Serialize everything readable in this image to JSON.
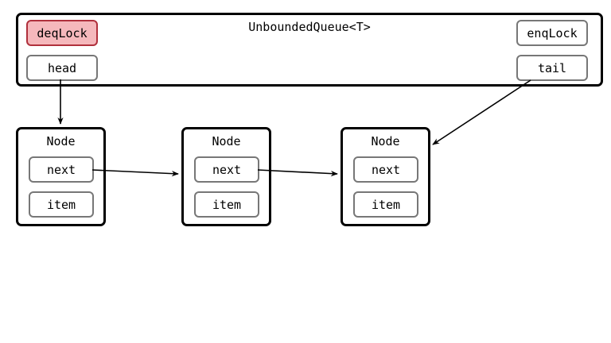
{
  "queue": {
    "title": "UnboundedQueue<T>",
    "deq_lock": "deqLock",
    "enq_lock": "enqLock",
    "head": "head",
    "tail": "tail",
    "deq_lock_color": "#f5b8bc"
  },
  "nodes": [
    {
      "title": "Node",
      "next": "next",
      "item": "item"
    },
    {
      "title": "Node",
      "next": "next",
      "item": "item"
    },
    {
      "title": "Node",
      "next": "next",
      "item": "item"
    }
  ]
}
